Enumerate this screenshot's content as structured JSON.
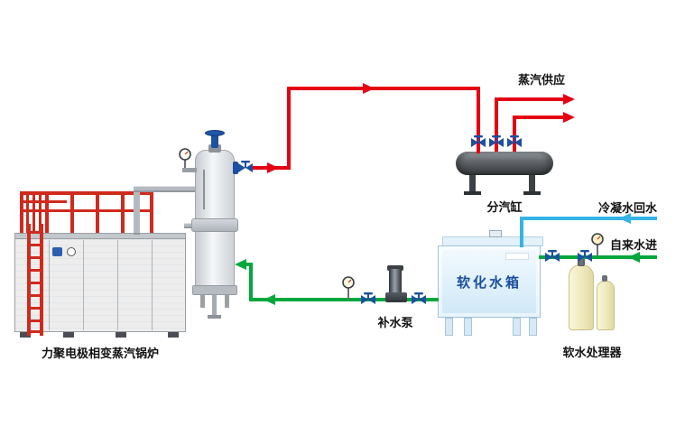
{
  "labels": {
    "steam_supply": "蒸汽供应",
    "steam_header": "分汽缸",
    "condensate_return": "冷凝水回水",
    "tap_water_inlet": "自来水进",
    "softened_water_tank": "软化水箱",
    "feed_pump": "补水泵",
    "soft_water_processor": "软水处理器",
    "boiler": "力聚电极相变蒸汽锅炉"
  },
  "colors": {
    "steam_pipe": "#e50013",
    "water_pipe": "#00a73c",
    "condensate_pipe": "#35b3e8",
    "valve": "#1c50a0",
    "boiler_railing": "#cf2a1c",
    "tank_label": "#1a4e9e"
  }
}
